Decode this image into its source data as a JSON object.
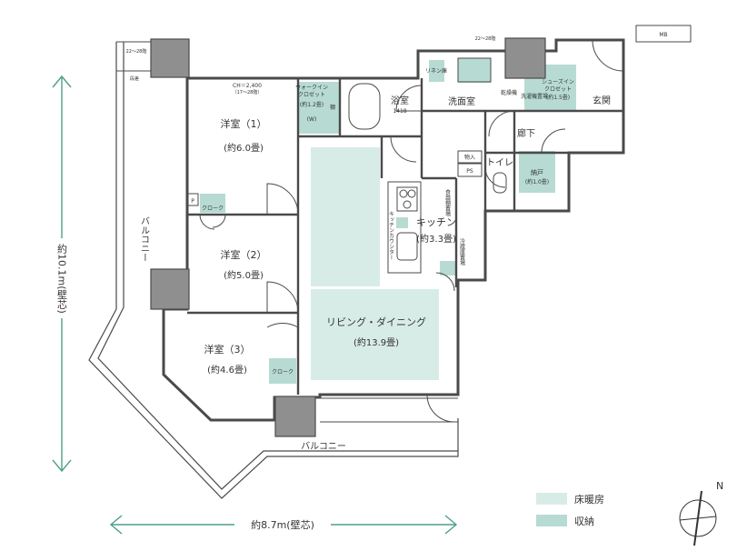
{
  "colors": {
    "floor_heating": "#d8ece7",
    "storage": "#b7dbd3",
    "wall": "#4a4a4a",
    "pillar": "#8f8f8f",
    "dimension_arrow": "#4f9e8c",
    "text": "#333333"
  },
  "rooms": {
    "western1": "洋室（1）",
    "western1_size": "(約6.0畳)",
    "western2": "洋室（2）",
    "western2_size": "(約5.0畳)",
    "western3": "洋室（3）",
    "western3_size": "(約4.6畳)",
    "kitchen": "キッチン",
    "kitchen_size": "(約3.3畳)",
    "living": "リビング・ダイニング",
    "living_size": "(約13.9畳)",
    "bath": "浴室",
    "bath_code": "1418",
    "washroom": "洗面室",
    "toilet": "トイレ",
    "hall": "廊下",
    "entrance": "玄関",
    "storeroom": "納戸",
    "storeroom_size": "(約1.0畳)",
    "balcony_west": "バルコニー",
    "balcony_south": "バルコニー"
  },
  "storage_labels": {
    "walk_in_1": "ウォークイン",
    "walk_in_2": "クロゼット",
    "walk_in_size": "(約1.2畳)",
    "walk_in_w": "(W)",
    "shoes_in_1": "シューズイン",
    "shoes_in_2": "クロゼット",
    "shoes_in_size": "(約1.5畳)",
    "closet_a": "クローク",
    "closet_b": "クローク",
    "linen": "リネン庫",
    "ps": "PS",
    "mb": "MB",
    "p_mark": "P",
    "storage_mark": "物入",
    "kitchen_counter": "キッチンカウンター",
    "cupboard": "食器棚置場",
    "fridge": "冷蔵庫置場",
    "washer": "洗濯機置場",
    "dryer": "乾燥機",
    "hanger": "棚"
  },
  "notes": {
    "ceiling": "CH＝2,400",
    "ceiling_sub": "（17～28階）",
    "floor_note_left": "22～28階",
    "floor_note_right": "22～28階",
    "step": "段差"
  },
  "dimensions": {
    "vertical": "約10.1m(壁芯)",
    "horizontal": "約8.7m(壁芯)"
  },
  "legend": {
    "floor_heating_label": "床暖房",
    "storage_label": "収納"
  },
  "compass": {
    "north_label": "N"
  }
}
